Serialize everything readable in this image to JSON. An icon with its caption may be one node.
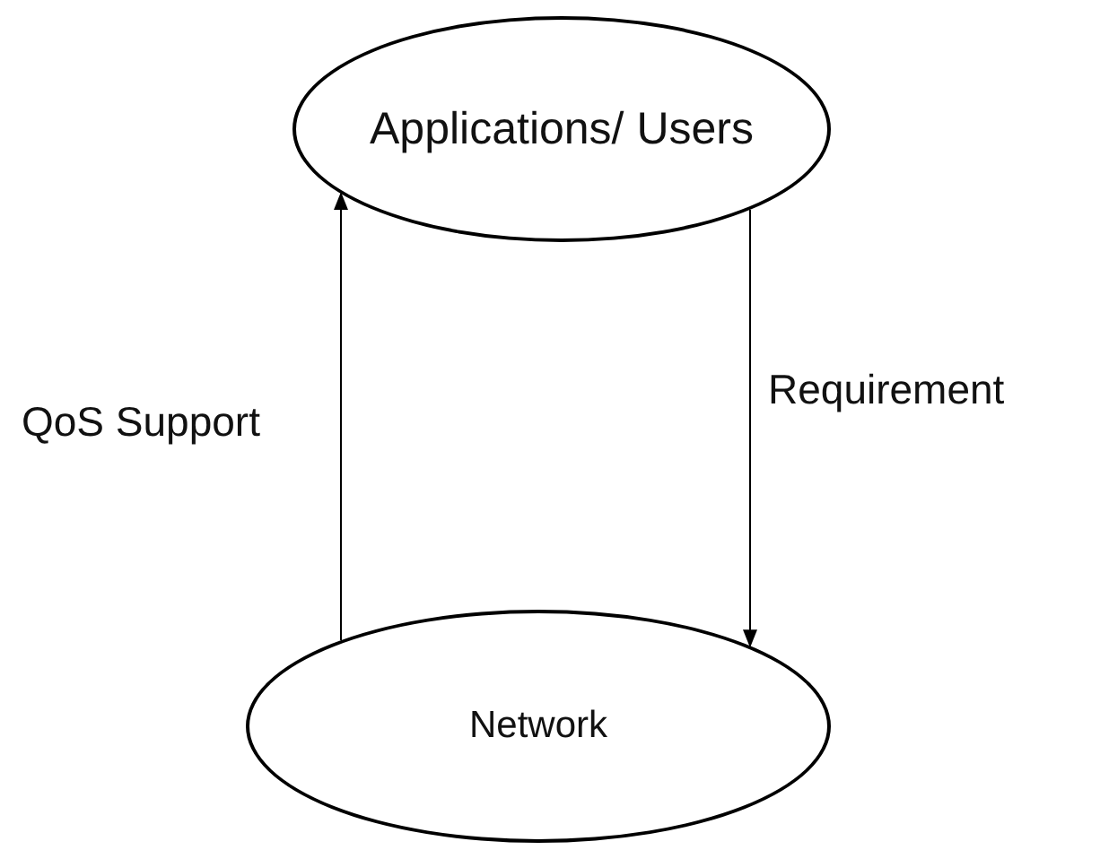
{
  "diagram": {
    "nodes": [
      {
        "text": [
          "Applications/ Users"
        ]
      },
      {
        "text": [
          "Network"
        ]
      }
    ],
    "edges": [
      {
        "from": 1,
        "to": 0,
        "arrow": "to",
        "label": "QoS Support"
      },
      {
        "from": 0,
        "to": 1,
        "arrow": "to",
        "label": "Requirement"
      }
    ]
  }
}
